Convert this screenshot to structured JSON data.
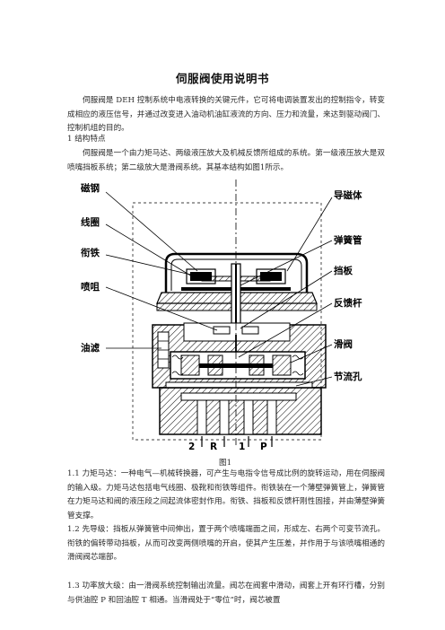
{
  "document": {
    "title": "伺服阀使用说明书",
    "intro": "伺服阀是 DEH 控制系统中电液转换的关键元件，它可将电调装置发出的控制指令，转变成相应的液压信号，并通过改变进入油动机油缸液流的方向、压力和流量，来达到驱动阀门、控制机组的目的。",
    "section1_heading": "1    结构特点",
    "section1_text": "伺服阀是一个由力矩马达、两级液压放大及机械反馈所组成的系统。第一级液压放大是双喷嘴挡板系统；第二级放大是滑阀系统。其基本结构如图1所示。",
    "item_1_1": "1.1  力矩马达：一种电气—机械转换器，可产生与电指令信号成比例的旋转运动，用在伺服阀的输入级。力矩马达包括电气线圈、极靴和衔铁等组件。衔铁装在一个薄壁弹簧管上，弹簧管在力矩马达和阀的液压段之间起流体密封作用。衔铁、挡板和反馈杆刚性固接，并由薄壁弹簧管支撑。",
    "item_1_2": "1.2  先导级：挡板从弹簧管中间伸出，置于两个喷嘴端面之间，形成左、右两个可变节流孔。衔铁的偏转带动挡板，从而可改变两侧喷嘴的开启，使其产生压差，并作用于与该喷嘴相通的滑阀阀芯端部。",
    "item_1_3": "1.3  功率放大级：由一滑阀系统控制输出流量。阀芯在阀套中滑动，阀套上开有环行槽，分别与供油腔 P 和回油腔 T 相通。当滑阀处于“零位”时，阀芯被置"
  },
  "figure": {
    "caption": "图1",
    "labels_left": [
      "磁钢",
      "线圈",
      "衔铁",
      "喷咀",
      "油滤"
    ],
    "labels_right": [
      "导磁体",
      "弹簧管",
      "挡板",
      "反馈杆",
      "滑阀",
      "节流孔"
    ],
    "ports": [
      "2",
      "R",
      "1",
      "P"
    ]
  }
}
